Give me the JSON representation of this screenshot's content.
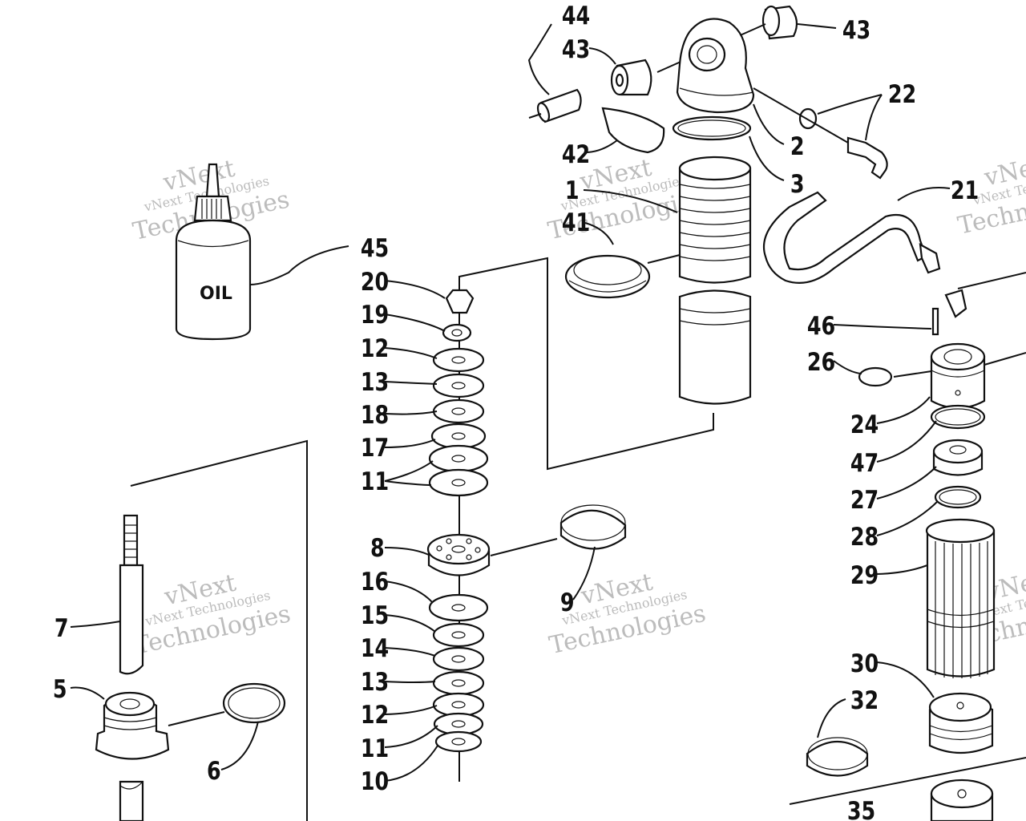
{
  "diagram": {
    "part_labels": {
      "p44": "44",
      "p43a": "43",
      "p43b": "43",
      "p22": "22",
      "p42": "42",
      "p2": "2",
      "p3": "3",
      "p1": "1",
      "p41": "41",
      "p21": "21",
      "p45": "45",
      "p20": "20",
      "p19": "19",
      "p12a": "12",
      "p13a": "13",
      "p18": "18",
      "p17": "17",
      "p11a": "11",
      "p8": "8",
      "p9": "9",
      "p16": "16",
      "p15": "15",
      "p14": "14",
      "p13b": "13",
      "p12b": "12",
      "p11b": "11",
      "p10": "10",
      "p7": "7",
      "p5": "5",
      "p6": "6",
      "p46": "46",
      "p26": "26",
      "p24": "24",
      "p47": "47",
      "p27": "27",
      "p28": "28",
      "p29": "29",
      "p30": "30",
      "p32": "32",
      "p35": "35"
    },
    "oil_label": "OIL",
    "watermark": {
      "line1": "vNext Technologies",
      "line2": "vNext",
      "line3": "Technologies"
    }
  }
}
